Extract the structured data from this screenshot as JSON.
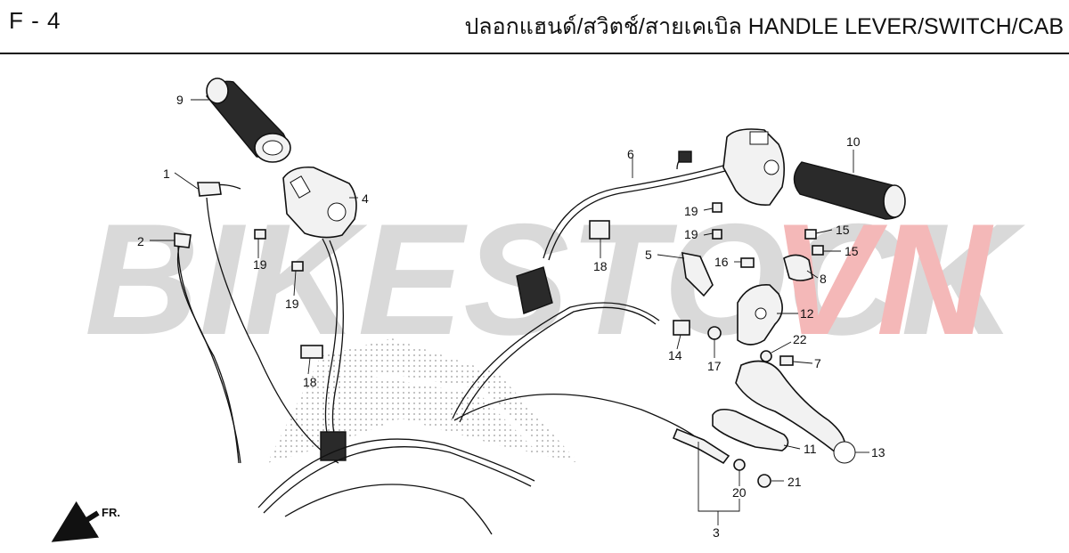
{
  "header": {
    "page_code": "F - 4",
    "title": "ปลอกแฮนด์/สวิตช์/สายเคเบิล  HANDLE LEVER/SWITCH/CAB"
  },
  "watermark": {
    "text_main": "BIKESTOCK",
    "text_accent": "VN",
    "color_main": "#d9d9d9",
    "color_accent": "#f4b8b8"
  },
  "direction_label": "FR.",
  "callouts": [
    "9",
    "1",
    "4",
    "2",
    "19",
    "19",
    "18",
    "6",
    "19",
    "19",
    "18",
    "10",
    "15",
    "15",
    "5",
    "16",
    "8",
    "12",
    "14",
    "17",
    "22",
    "7",
    "11",
    "13",
    "20",
    "21",
    "3"
  ]
}
